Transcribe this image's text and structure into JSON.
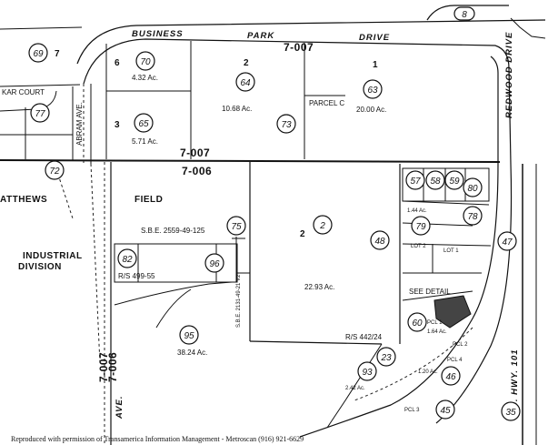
{
  "streets": {
    "business_park": "BUSINESS",
    "park": "PARK",
    "drive": "DRIVE",
    "redwood_drive": "REDWOOD DRIVE",
    "court": "KAR COURT",
    "avenue": "ABRAM AVE.",
    "highway": "U.S. HWY. 101",
    "ave_left": "AVE."
  },
  "tracts": {
    "t7007_top": "7-007",
    "t7007_mid": "7-007",
    "t7006": "7-006",
    "t7007_left": "7-007",
    "t7006_left": "7-006"
  },
  "areas": {
    "matthews": "ATTHEWS",
    "field": "FIELD",
    "industrial": "INDUSTRIAL",
    "division": "DIVISION",
    "parcel_c": "PARCEL C",
    "see_detail": "SEE DETAIL",
    "sbe_top": "S.B.E. 2559-49-125",
    "sbe_vert": "S.B.E. 2131-49-21 V2",
    "rs_left": "R/S 499-55",
    "rs_mid": "R/S 442/24"
  },
  "lots": [
    {
      "num": "1",
      "acre": "20.00 Ac."
    },
    {
      "num": "2",
      "acre": "10.68 Ac."
    },
    {
      "num": "3",
      "acre": "5.71 Ac."
    },
    {
      "num": "6",
      "acre": "4.32 Ac."
    },
    {
      "num": "7",
      "acre": ""
    },
    {
      "num": "2",
      "acre": "22.93 Ac."
    },
    {
      "num": "",
      "acre": "38.24 Ac."
    }
  ],
  "parcels": [
    "69",
    "70",
    "64",
    "63",
    "73",
    "77",
    "65",
    "72",
    "75",
    "82",
    "96",
    "95",
    "2",
    "48",
    "47",
    "57",
    "58",
    "59",
    "80",
    "78",
    "79",
    "60",
    "93",
    "23",
    "46",
    "45",
    "35"
  ],
  "small_lots": {
    "lot1": "LOT 1",
    "lot2": "LOT 2",
    "pcl1": "PCL 1",
    "pcl2": "PCL 2",
    "pcl4": "PCL 4",
    "pcl3": "PCL 3",
    "ac_144": "1.44 Ac.",
    "ac_242": "2.42 Ac.",
    "ac_164": "1.64 Ac.",
    "ac_120": "1.20 Ac."
  },
  "badge_num": "8",
  "credit": "Reproduced with permission of Transamerica Information Management - Metroscan (916) 921-6629"
}
